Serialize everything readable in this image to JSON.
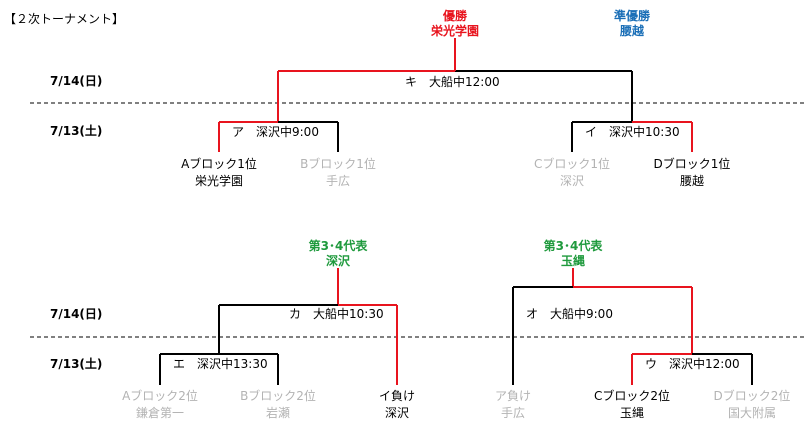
{
  "title": "【２次トーナメント】",
  "colors": {
    "win": "#e8141e",
    "runnerup": "#1b6fb7",
    "rep": "#1f9a3d",
    "lose": "#b3b3b3",
    "line": "#000000",
    "dash": "#000000"
  },
  "top": {
    "champion": {
      "label": "優勝",
      "team": "栄光学園"
    },
    "runnerup": {
      "label": "準優勝",
      "team": "腰越"
    },
    "date_final": "7/14(日)",
    "date_semi": "7/13(土)",
    "final_match": "キ　大船中12:00",
    "semi_left": "ア　深沢中9:00",
    "semi_right": "イ　深沢中10:30",
    "teams": [
      {
        "line1": "Aブロック1位",
        "line2": "栄光学園",
        "status": "win"
      },
      {
        "line1": "Bブロック1位",
        "line2": "手広",
        "status": "lose"
      },
      {
        "line1": "Cブロック1位",
        "line2": "深沢",
        "status": "lose"
      },
      {
        "line1": "Dブロック1位",
        "line2": "腰越",
        "status": "win"
      }
    ]
  },
  "bottom": {
    "rep_left": {
      "label": "第3･4代表",
      "team": "深沢"
    },
    "rep_right": {
      "label": "第3･4代表",
      "team": "玉縄"
    },
    "date_final": "7/14(日)",
    "date_semi": "7/13(土)",
    "match_ka": "カ　大船中10:30",
    "match_o": "オ　大船中9:00",
    "match_e": "エ　深沢中13:30",
    "match_u": "ウ　深沢中12:00",
    "teams": [
      {
        "line1": "Aブロック2位",
        "line2": "鎌倉第一",
        "status": "lose"
      },
      {
        "line1": "Bブロック2位",
        "line2": "岩瀬",
        "status": "lose"
      },
      {
        "line1": "イ負け",
        "line2": "深沢",
        "status": "win"
      },
      {
        "line1": "ア負け",
        "line2": "手広",
        "status": "lose"
      },
      {
        "line1": "Cブロック2位",
        "line2": "玉縄",
        "status": "win"
      },
      {
        "line1": "Dブロック2位",
        "line2": "国大附属",
        "status": "lose"
      }
    ]
  }
}
